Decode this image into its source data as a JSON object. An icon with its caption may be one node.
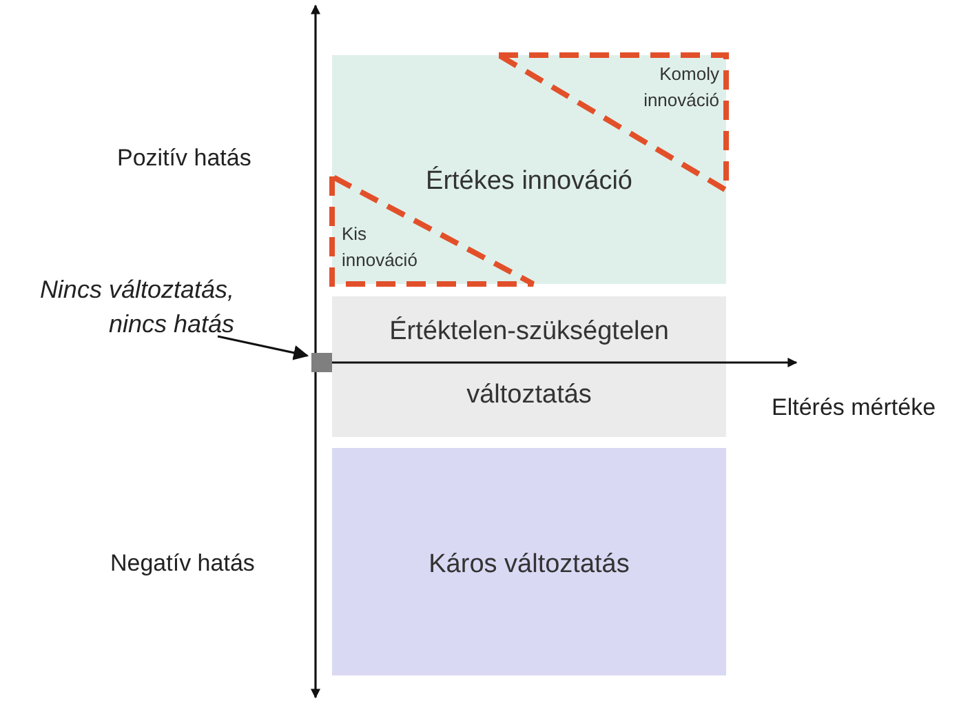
{
  "diagram": {
    "nodes": [
      {
        "text": [
          "Értékes innováció"
        ]
      },
      {
        "text": [
          "Komoly innováció"
        ],
        "in": 0
      },
      {
        "text": [
          "Kis innováció"
        ],
        "in": 0
      },
      {
        "text": [
          "Értéktelen-szükségtelen",
          "változtatás"
        ]
      },
      {
        "text": [
          "Káros változtatás"
        ]
      },
      {
        "text": [
          "Nincs változtatás, nincs hatás"
        ]
      },
      {
        "text": [],
        "shape": "box"
      }
    ],
    "edges": [
      {
        "from": 5,
        "to": 6,
        "arrow": "to"
      }
    ],
    "labels": [
      "Pozitív hatás",
      "Negatív hatás",
      "Eltérés mértéke"
    ]
  }
}
